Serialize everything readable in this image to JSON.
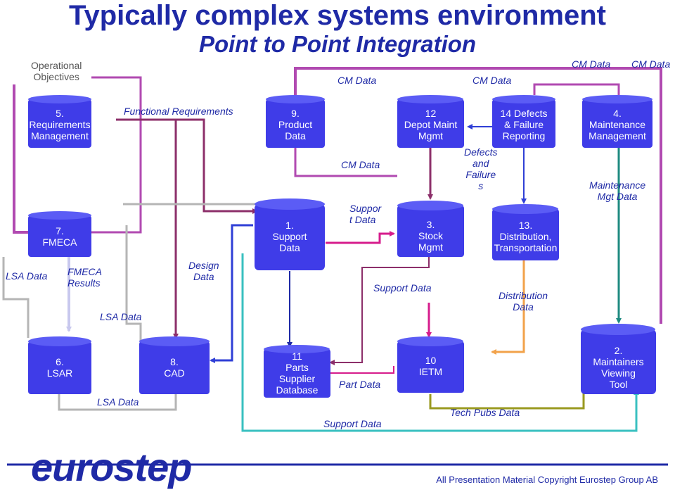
{
  "title": "Typically complex systems environment",
  "subtitle": "Point to Point Integration",
  "nodes": [
    {
      "id": "req",
      "lines": [
        "5.",
        "Requirements",
        "Management"
      ]
    },
    {
      "id": "prod",
      "lines": [
        "9.",
        "Product",
        "Data"
      ]
    },
    {
      "id": "depot",
      "lines": [
        "12",
        "Depot Maint",
        "Mgmt"
      ]
    },
    {
      "id": "defects",
      "lines": [
        "14 Defects",
        "& Failure",
        "Reporting"
      ]
    },
    {
      "id": "maint",
      "lines": [
        "4.",
        "Maintenance",
        "Management"
      ]
    },
    {
      "id": "fmeca",
      "lines": [
        "7.",
        "FMECA"
      ]
    },
    {
      "id": "support",
      "lines": [
        "1.",
        "Support",
        "Data"
      ]
    },
    {
      "id": "stock",
      "lines": [
        "3.",
        "Stock",
        "Mgmt"
      ]
    },
    {
      "id": "dist",
      "lines": [
        "13.",
        "Distribution,",
        "Transportation"
      ]
    },
    {
      "id": "lsar",
      "lines": [
        "6.",
        "LSAR"
      ]
    },
    {
      "id": "cad",
      "lines": [
        "8.",
        "CAD"
      ]
    },
    {
      "id": "parts",
      "lines": [
        "11",
        "Parts",
        "Supplier",
        "Database"
      ]
    },
    {
      "id": "ietm",
      "lines": [
        "10",
        "IETM"
      ]
    },
    {
      "id": "mvt",
      "lines": [
        "2.",
        "Maintainers",
        "Viewing",
        "Tool"
      ]
    }
  ],
  "labels": {
    "operational": [
      "Operational",
      "Objectives"
    ],
    "cm_data_1": "CM Data",
    "cm_data_2": "CM Data",
    "cm_data_3": "CM Data",
    "cm_data_4": "CM Data",
    "cm_data_5": "CM Data",
    "functional": "Functional Requirements",
    "defects": [
      "Defects",
      "and",
      "Failure",
      "s"
    ],
    "maint_mgt": [
      "Maintenance",
      "Mgt Data"
    ],
    "support_data_mid": [
      "Suppor",
      "t Data"
    ],
    "lsa_left": "LSA Data",
    "fmeca_results": [
      "FMECA",
      "Results"
    ],
    "design_data": [
      "Design",
      "Data"
    ],
    "lsa_mid": "LSA Data",
    "support_data_2": "Support Data",
    "distribution": [
      "Distribution",
      "Data"
    ],
    "part_data": "Part Data",
    "lsa_bottom": "LSA Data",
    "tech_pubs": "Tech Pubs Data",
    "support_data_bottom": "Support Data"
  },
  "logo": "eurostep",
  "footer": "All Presentation Material Copyright Eurostep Group AB",
  "colors": {
    "title": "#1f2aa6",
    "cylinder": "#3f3ce8",
    "cylinder_top": "#5b5cf5",
    "purple_line": "#b14ab1",
    "maroon_line": "#8c2f6a",
    "blue_line": "#2f3fd6",
    "magenta_line": "#d61c8c",
    "teal_line": "#1e8a80",
    "cyan_line": "#39c0c0",
    "orange_line": "#f2a24a",
    "olive_line": "#9a9a20",
    "gray_line": "#b5b5b5",
    "lavender_line": "#c8c8ee"
  }
}
